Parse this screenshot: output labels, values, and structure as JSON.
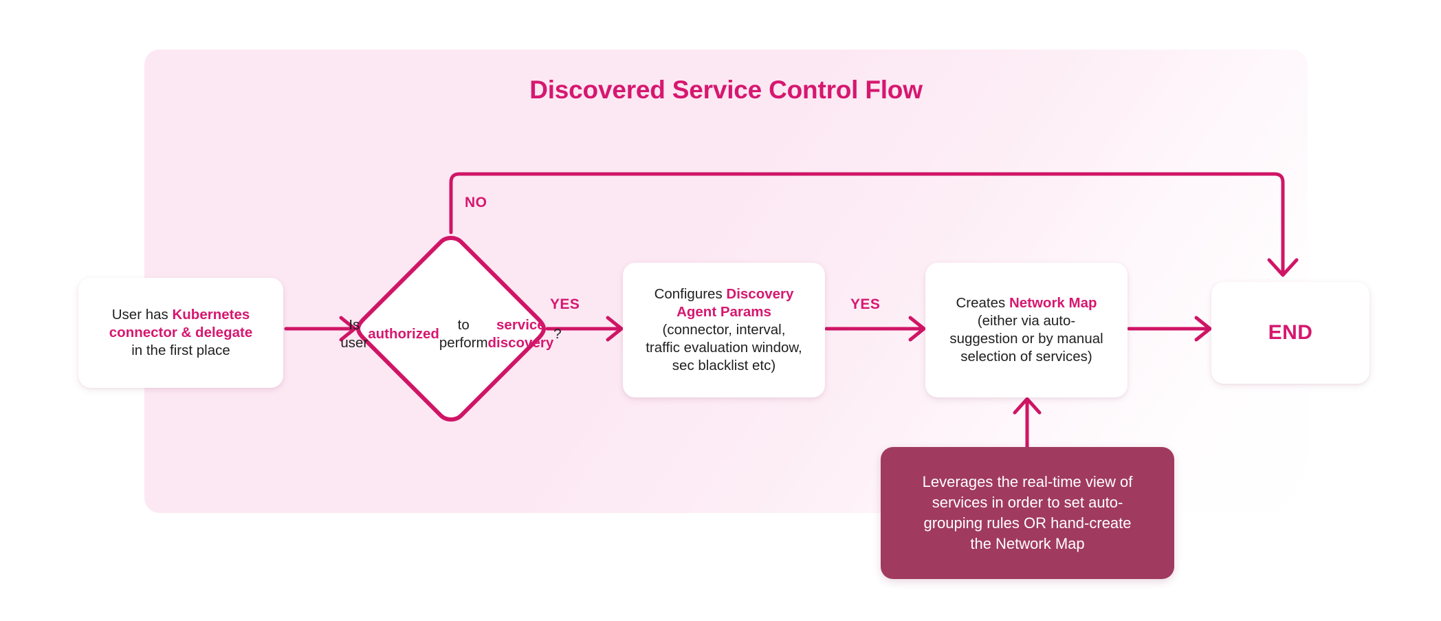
{
  "panel": {
    "title": "Discovered Service Control Flow",
    "background_color": "#fce8f3",
    "accent_color": "#d6176f",
    "note_color": "#a03a5e"
  },
  "nodes": {
    "start": {
      "id": "start",
      "shape": "rounded-rect",
      "lines": [
        {
          "parts": [
            {
              "text": "User has ",
              "highlight": false
            },
            {
              "text": "Kubernetes",
              "highlight": true
            }
          ]
        },
        {
          "parts": [
            {
              "text": "connector & delegate",
              "highlight": true
            }
          ]
        },
        {
          "parts": [
            {
              "text": "in the first place",
              "highlight": false
            }
          ]
        }
      ],
      "plain_text": "User has Kubernetes connector & delegate in the first place"
    },
    "decision": {
      "id": "decision",
      "shape": "diamond",
      "lines": [
        {
          "parts": [
            {
              "text": "Is user",
              "highlight": false
            }
          ]
        },
        {
          "parts": [
            {
              "text": "authorized",
              "highlight": true
            }
          ]
        },
        {
          "parts": [
            {
              "text": "to perform",
              "highlight": false
            }
          ]
        },
        {
          "parts": [
            {
              "text": "service discovery",
              "highlight": true
            },
            {
              "text": "?",
              "highlight": false
            }
          ]
        }
      ],
      "plain_text": "Is user authorized to perform service discovery?"
    },
    "configure": {
      "id": "configure",
      "shape": "rounded-rect",
      "lines": [
        {
          "parts": [
            {
              "text": "Configures ",
              "highlight": false
            },
            {
              "text": "Discovery",
              "highlight": true
            }
          ]
        },
        {
          "parts": [
            {
              "text": "Agent Params",
              "highlight": true
            }
          ]
        },
        {
          "parts": [
            {
              "text": "(connector, interval,",
              "highlight": false
            }
          ]
        },
        {
          "parts": [
            {
              "text": "traffic evaluation window,",
              "highlight": false
            }
          ]
        },
        {
          "parts": [
            {
              "text": "sec blacklist etc)",
              "highlight": false
            }
          ]
        }
      ],
      "plain_text": "Configures Discovery Agent Params (connector, interval, traffic evaluation window, sec blacklist etc)"
    },
    "networkmap": {
      "id": "networkmap",
      "shape": "rounded-rect",
      "lines": [
        {
          "parts": [
            {
              "text": "Creates ",
              "highlight": false
            },
            {
              "text": "Network Map",
              "highlight": true
            }
          ]
        },
        {
          "parts": [
            {
              "text": "(either via auto-",
              "highlight": false
            }
          ]
        },
        {
          "parts": [
            {
              "text": "suggestion or by manual",
              "highlight": false
            }
          ]
        },
        {
          "parts": [
            {
              "text": "selection of services)",
              "highlight": false
            }
          ]
        }
      ],
      "plain_text": "Creates Network Map (either via auto-suggestion or by manual selection of services)"
    },
    "end": {
      "id": "end",
      "shape": "rounded-rect",
      "label": "END"
    },
    "note": {
      "id": "note",
      "shape": "rounded-rect-filled",
      "lines": [
        "Leverages the real-time view of",
        "services in order to set auto-",
        "grouping rules OR hand-create",
        "the Network Map"
      ],
      "plain_text": "Leverages the real-time view of services in order to set auto-grouping rules OR hand-create the Network Map"
    }
  },
  "edges": {
    "start_to_decision": {
      "label": ""
    },
    "decision_no": {
      "label": "NO"
    },
    "decision_yes": {
      "label": "YES"
    },
    "configure_yes": {
      "label": "YES"
    },
    "networkmap_to_end": {
      "label": ""
    },
    "note_to_networkmap": {
      "label": ""
    }
  }
}
